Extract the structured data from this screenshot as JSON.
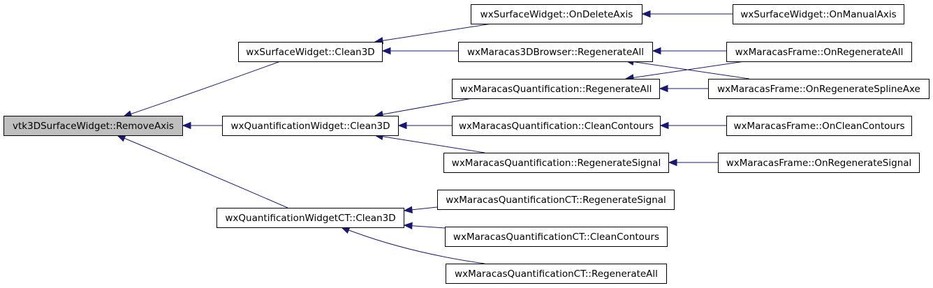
{
  "diagram": {
    "type": "call-graph",
    "colors": {
      "edge": "#191970",
      "node_fill": "#ffffff",
      "root_fill": "#bfbfbf",
      "border": "#000000"
    },
    "nodes": [
      {
        "id": "root",
        "label": "vtk3DSurfaceWidget::RemoveAxis",
        "root": true
      },
      {
        "id": "sw_clean",
        "label": "wxSurfaceWidget::Clean3D"
      },
      {
        "id": "qw_clean",
        "label": "wxQuantificationWidget::Clean3D"
      },
      {
        "id": "qwct_clean",
        "label": "wxQuantificationWidgetCT::Clean3D"
      },
      {
        "id": "sw_delaxis",
        "label": "wxSurfaceWidget::OnDeleteAxis"
      },
      {
        "id": "sw_manaxis",
        "label": "wxSurfaceWidget::OnManualAxis"
      },
      {
        "id": "m3d_regen",
        "label": "wxMaracas3DBrowser::RegenerateAll"
      },
      {
        "id": "mf_regen",
        "label": "wxMaracasFrame::OnRegenerateAll"
      },
      {
        "id": "mq_regen",
        "label": "wxMaracasQuantification::RegenerateAll"
      },
      {
        "id": "mf_regspline",
        "label": "wxMaracasFrame::OnRegenerateSplineAxe"
      },
      {
        "id": "mq_cleancont",
        "label": "wxMaracasQuantification::CleanContours"
      },
      {
        "id": "mf_cleancont",
        "label": "wxMaracasFrame::OnCleanContours"
      },
      {
        "id": "mq_regsig",
        "label": "wxMaracasQuantification::RegenerateSignal"
      },
      {
        "id": "mf_regsig",
        "label": "wxMaracasFrame::OnRegenerateSignal"
      },
      {
        "id": "mqct_regsig",
        "label": "wxMaracasQuantificationCT::RegenerateSignal"
      },
      {
        "id": "mqct_cleancont",
        "label": "wxMaracasQuantificationCT::CleanContours"
      },
      {
        "id": "mqct_regen",
        "label": "wxMaracasQuantificationCT::RegenerateAll"
      }
    ],
    "edges": [
      {
        "from": "sw_clean",
        "to": "root"
      },
      {
        "from": "qw_clean",
        "to": "root"
      },
      {
        "from": "qwct_clean",
        "to": "root"
      },
      {
        "from": "sw_delaxis",
        "to": "sw_clean"
      },
      {
        "from": "m3d_regen",
        "to": "sw_clean"
      },
      {
        "from": "sw_manaxis",
        "to": "sw_delaxis"
      },
      {
        "from": "mf_regen",
        "to": "m3d_regen"
      },
      {
        "from": "mf_regspline",
        "to": "m3d_regen"
      },
      {
        "from": "mq_regen",
        "to": "qw_clean"
      },
      {
        "from": "mq_cleancont",
        "to": "qw_clean"
      },
      {
        "from": "mq_regsig",
        "to": "qw_clean"
      },
      {
        "from": "mf_regen",
        "to": "mq_regen"
      },
      {
        "from": "mf_regspline",
        "to": "mq_regen"
      },
      {
        "from": "mf_cleancont",
        "to": "mq_cleancont"
      },
      {
        "from": "mf_regsig",
        "to": "mq_regsig"
      },
      {
        "from": "mqct_regsig",
        "to": "qwct_clean"
      },
      {
        "from": "mqct_cleancont",
        "to": "qwct_clean"
      },
      {
        "from": "mqct_regen",
        "to": "qwct_clean"
      }
    ]
  }
}
